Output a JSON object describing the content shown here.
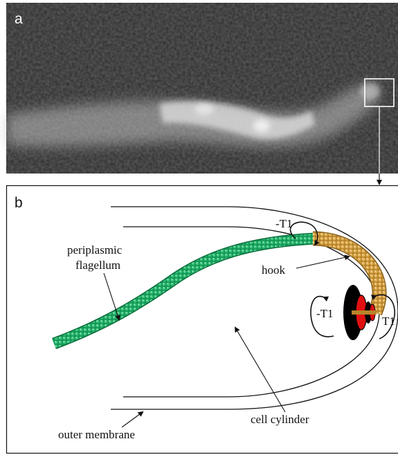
{
  "panel_a": {
    "letter": "a"
  },
  "panel_b": {
    "letter": "b",
    "labels": {
      "flagellum_line1": "periplasmic",
      "flagellum_line2": "flagellum",
      "hook": "hook",
      "torque_top": "-T1",
      "torque_left": "-T1",
      "torque_right": "T1",
      "cell_cylinder": "cell cylinder",
      "outer_membrane": "outer membrane"
    }
  },
  "colors": {
    "flagellum": "#1aa862",
    "hook": "#d9a548",
    "motor_outer": "#000000",
    "motor_inner": "#e01010",
    "micrograph_background": "#2a2a2a"
  }
}
